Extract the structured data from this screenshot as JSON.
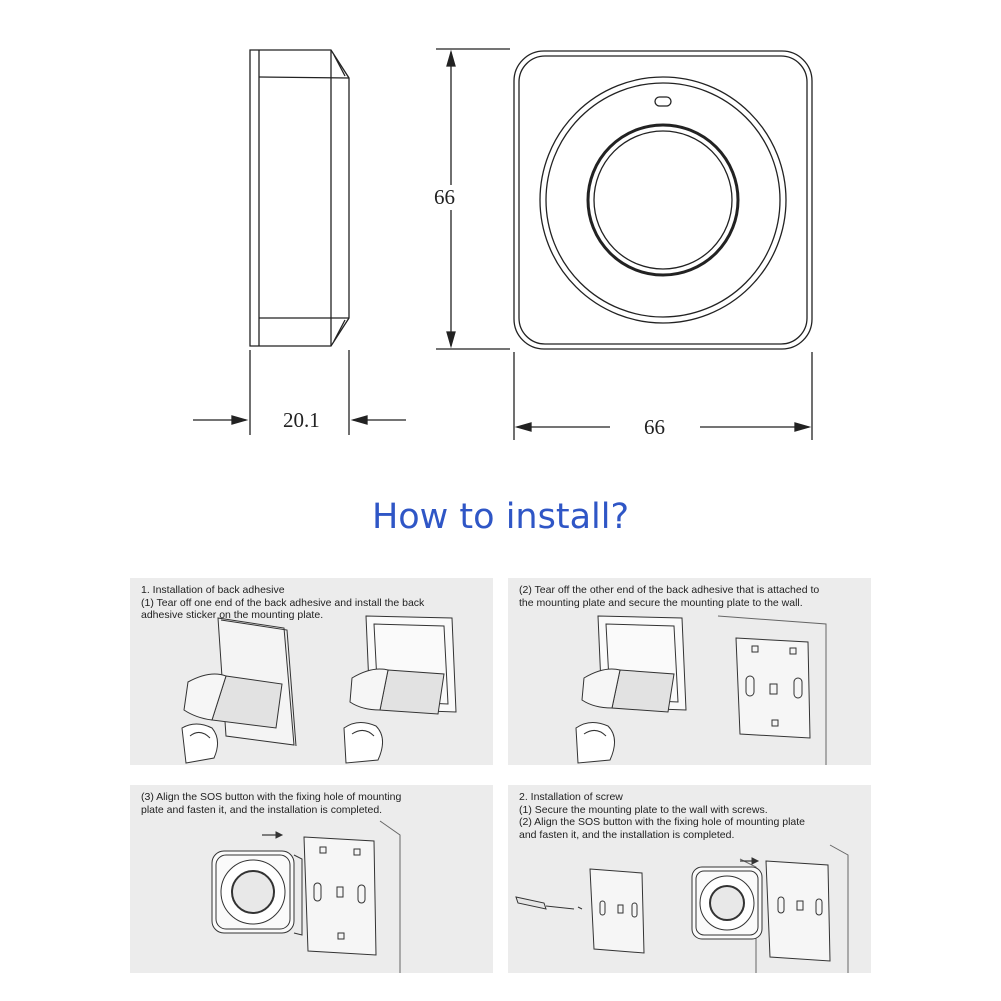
{
  "dimensions": {
    "height": "66",
    "width": "66",
    "depth": "20.1"
  },
  "section_title": "How to install?",
  "steps": [
    {
      "lines": [
        "1. Installation of back adhesive",
        " (1) Tear off one end of the        back adhesive and install the back",
        "adhesive sticker on the mounting plate."
      ]
    },
    {
      "lines": [
        "(2) Tear off the other end of the back adhesive that is attached to",
        "the mounting plate and secure the mounting plate to the wall."
      ]
    },
    {
      "lines": [
        "(3) Align the SOS button with the fixing hole of mounting",
        "plate and fasten it, and the installation is completed."
      ]
    },
    {
      "lines": [
        "2. Installation of screw",
        " (1) Secure the mounting plate to the wall with screws.",
        " (2) Align the SOS button with the fixing hole of mounting plate",
        "and fasten it, and the installation is completed."
      ]
    }
  ]
}
